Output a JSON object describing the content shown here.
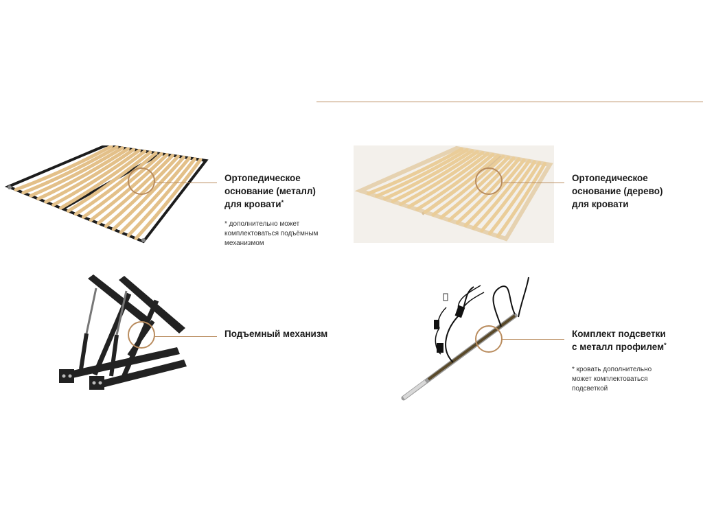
{
  "colors": {
    "accent": "#b98c5e",
    "text": "#1a1a1a",
    "note": "#333333"
  },
  "items": [
    {
      "id": "metal-base",
      "title_lines": [
        "Ортопедическое",
        "основание (металл)",
        "для кровати"
      ],
      "asterisk": "*",
      "note_lines": [
        "* дополнительно может",
        "комплектоваться подъёмным",
        "механизмом"
      ]
    },
    {
      "id": "wood-base",
      "title_lines": [
        "Ортопедическое",
        "основание (дерево)",
        "для кровати"
      ],
      "asterisk": "",
      "note_lines": []
    },
    {
      "id": "lift-mechanism",
      "title_lines": [
        "Подъемный механизм"
      ],
      "asterisk": "",
      "note_lines": []
    },
    {
      "id": "led-kit",
      "title_lines": [
        "Комплект подсветки",
        "с металл профилем"
      ],
      "asterisk": "*",
      "note_lines": [
        "* кровать дополнительно",
        "может комплектоваться",
        "подсветкой"
      ]
    }
  ]
}
